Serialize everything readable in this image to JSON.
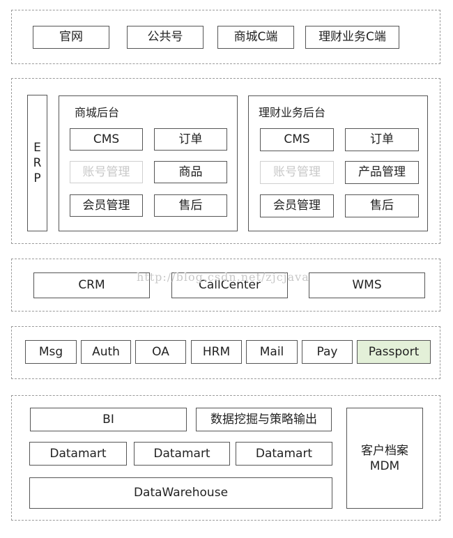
{
  "layer1": {
    "items": [
      "官网",
      "公共号",
      "商城C端",
      "理财业务C端"
    ]
  },
  "layer2": {
    "erp_letters": [
      "E",
      "R",
      "P"
    ],
    "mall_backend": {
      "title": "商城后台",
      "items": [
        "CMS",
        "订单",
        "账号管理",
        "商品",
        "会员管理",
        "售后"
      ]
    },
    "finance_backend": {
      "title": "理财业务后台",
      "items": [
        "CMS",
        "订单",
        "账号管理",
        "产品管理",
        "会员管理",
        "售后"
      ]
    }
  },
  "layer3": {
    "items": [
      "CRM",
      "CallCenter",
      "WMS"
    ]
  },
  "watermark": "http://blog.csdn.net/zjcjava",
  "layer4": {
    "items": [
      "Msg",
      "Auth",
      "OA",
      "HRM",
      "Mail",
      "Pay",
      "Passport"
    ],
    "highlight_color": "#e3f0d8"
  },
  "layer5": {
    "bi": "BI",
    "datamining": "数据挖掘与策略输出",
    "datamarts": [
      "Datamart",
      "Datamart",
      "Datamart"
    ],
    "warehouse": "DataWarehouse",
    "mdm_line1": "客户档案",
    "mdm_line2": "MDM"
  }
}
